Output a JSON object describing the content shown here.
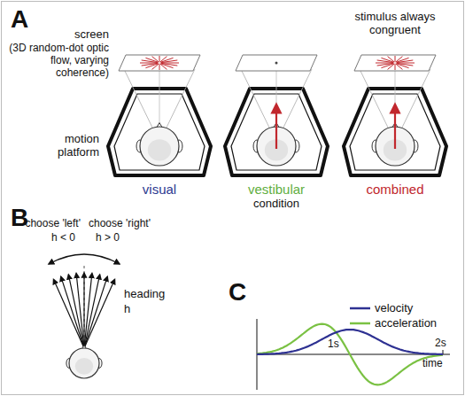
{
  "diagram": {
    "labels": [
      "A",
      "screen",
      "(3D random-dot optic flow, varying coherence)",
      "motion platform",
      "stimulus always congruent",
      "visual",
      "vestibular",
      "condition",
      "combined",
      "B",
      "choose 'left'",
      "h < 0",
      "choose 'right'",
      "h > 0",
      "heading",
      "h",
      "C",
      "1s",
      "2s",
      "time"
    ],
    "legend": [
      {
        "text": "velocity"
      },
      {
        "text": "acceleration"
      }
    ]
  }
}
